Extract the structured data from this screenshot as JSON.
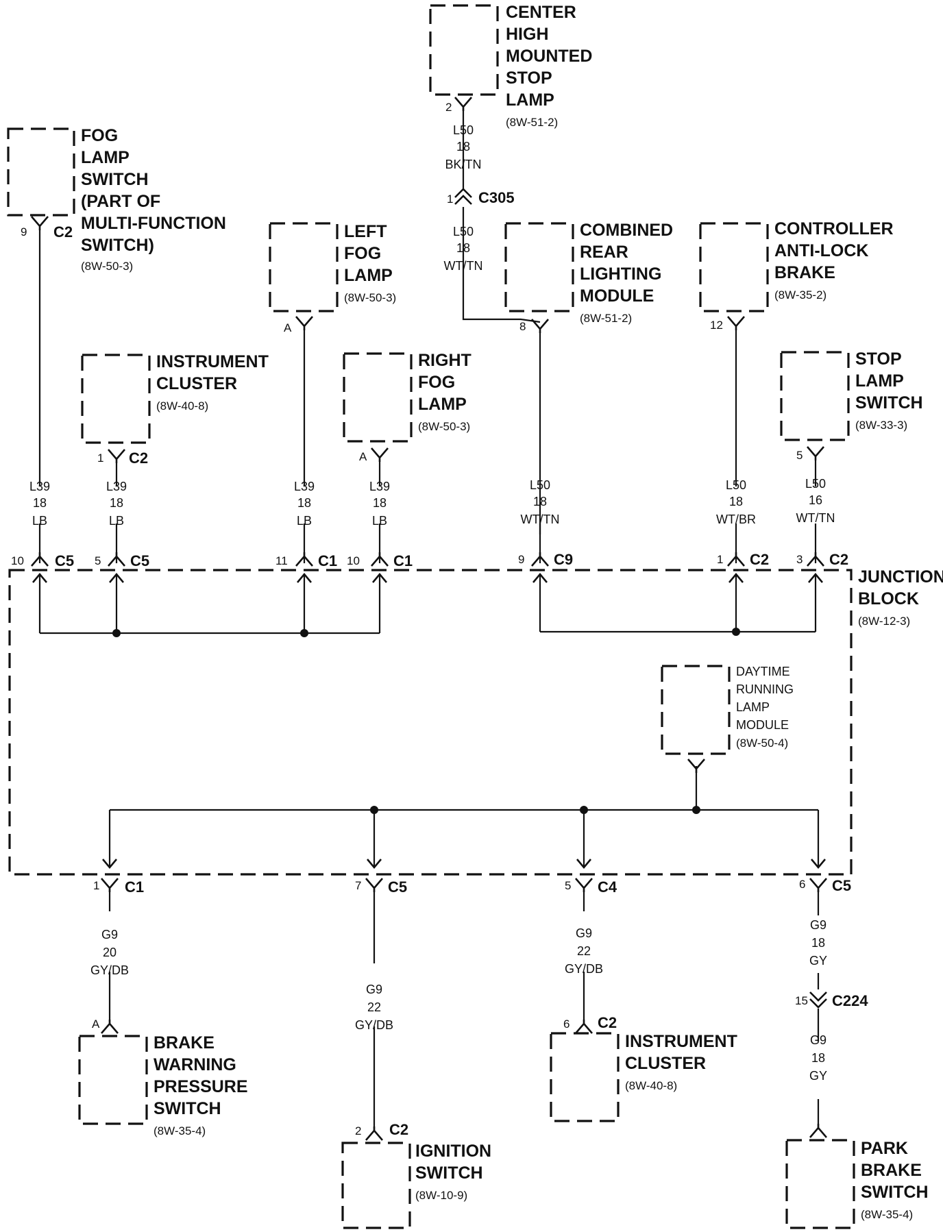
{
  "components": {
    "chmsl": {
      "lines": [
        "CENTER",
        "HIGH",
        "MOUNTED",
        "STOP",
        "LAMP"
      ],
      "ref": "(8W-51-2)"
    },
    "fog_switch": {
      "lines": [
        "FOG",
        "LAMP",
        "SWITCH",
        "(PART OF",
        "MULTI-FUNCTION",
        "SWITCH)"
      ],
      "ref": "(8W-50-3)"
    },
    "left_fog": {
      "lines": [
        "LEFT",
        "FOG",
        "LAMP"
      ],
      "ref": "(8W-50-3)"
    },
    "combined_rear": {
      "lines": [
        "COMBINED",
        "REAR",
        "LIGHTING",
        "MODULE"
      ],
      "ref": "(8W-51-2)"
    },
    "controller_abs": {
      "lines": [
        "CONTROLLER",
        "ANTI-LOCK",
        "BRAKE"
      ],
      "ref": "(8W-35-2)"
    },
    "inst_cluster_top": {
      "lines": [
        "INSTRUMENT",
        "CLUSTER"
      ],
      "ref": "(8W-40-8)"
    },
    "right_fog": {
      "lines": [
        "RIGHT",
        "FOG",
        "LAMP"
      ],
      "ref": "(8W-50-3)"
    },
    "stop_lamp_switch": {
      "lines": [
        "STOP",
        "LAMP",
        "SWITCH"
      ],
      "ref": "(8W-33-3)"
    },
    "junction_block": {
      "lines": [
        "JUNCTION",
        "BLOCK"
      ],
      "ref": "(8W-12-3)"
    },
    "drl_module": {
      "lines": [
        "DAYTIME",
        "RUNNING",
        "LAMP",
        "MODULE",
        "(8W-50-4)"
      ]
    },
    "brake_warning": {
      "lines": [
        "BRAKE",
        "WARNING",
        "PRESSURE",
        "SWITCH"
      ],
      "ref": "(8W-35-4)"
    },
    "inst_cluster_bottom": {
      "lines": [
        "INSTRUMENT",
        "CLUSTER"
      ],
      "ref": "(8W-40-8)"
    },
    "ignition_switch": {
      "lines": [
        "IGNITION",
        "SWITCH"
      ],
      "ref": "(8W-10-9)"
    },
    "park_brake": {
      "lines": [
        "PARK",
        "BRAKE",
        "SWITCH"
      ],
      "ref": "(8W-35-4)"
    }
  },
  "wires": {
    "l50_chmsl": [
      "L50",
      "18",
      "BK/TN"
    ],
    "l50_chmsl_lower": [
      "L50",
      "18",
      "WT/TN"
    ],
    "l39_fog_switch": [
      "L39",
      "18",
      "LB"
    ],
    "l39_cluster": [
      "L39",
      "18",
      "LB"
    ],
    "l39_left_fog": [
      "L39",
      "18",
      "LB"
    ],
    "l39_right_fog": [
      "L39",
      "18",
      "LB"
    ],
    "l50_crlm": [
      "L50",
      "18",
      "WT/TN"
    ],
    "l50_cab": [
      "L50",
      "18",
      "WT/BR"
    ],
    "l50_stop": [
      "L50",
      "16",
      "WT/TN"
    ],
    "g9_brake": [
      "G9",
      "20",
      "GY/DB"
    ],
    "g9_ignition": [
      "G9",
      "22",
      "GY/DB"
    ],
    "g9_cluster": [
      "G9",
      "22",
      "GY/DB"
    ],
    "g9_park_upper": [
      "G9",
      "18",
      "GY"
    ],
    "g9_park_lower": [
      "G9",
      "18",
      "GY"
    ]
  },
  "connectors": {
    "chmsl_pin": {
      "pin": "2"
    },
    "c305": {
      "pin": "1",
      "name": "C305"
    },
    "fog_switch_pin": {
      "pin": "9",
      "name": "C2"
    },
    "left_fog_pin": {
      "pin": "A"
    },
    "crlm_pin": {
      "pin": "8"
    },
    "cab_pin": {
      "pin": "12"
    },
    "cluster_top_pin": {
      "pin": "1",
      "name": "C2"
    },
    "right_fog_pin": {
      "pin": "A"
    },
    "stop_switch_pin": {
      "pin": "5"
    },
    "jb_c5_10": {
      "pin": "10",
      "name": "C5"
    },
    "jb_c5_5": {
      "pin": "5",
      "name": "C5"
    },
    "jb_c1_11": {
      "pin": "11",
      "name": "C1"
    },
    "jb_c1_10": {
      "pin": "10",
      "name": "C1"
    },
    "jb_c9_9": {
      "pin": "9",
      "name": "C9"
    },
    "jb_c2_1": {
      "pin": "1",
      "name": "C2"
    },
    "jb_c2_3": {
      "pin": "3",
      "name": "C2"
    },
    "jb_c1_1": {
      "pin": "1",
      "name": "C1"
    },
    "jb_c5_7": {
      "pin": "7",
      "name": "C5"
    },
    "jb_c4_5": {
      "pin": "5",
      "name": "C4"
    },
    "jb_c5_6": {
      "pin": "6",
      "name": "C5"
    },
    "brake_warning_pin": {
      "pin": "A"
    },
    "cluster_bottom_pin": {
      "pin": "6",
      "name": "C2"
    },
    "ignition_pin": {
      "pin": "2",
      "name": "C2"
    },
    "c224": {
      "pin": "15",
      "name": "C224"
    }
  }
}
